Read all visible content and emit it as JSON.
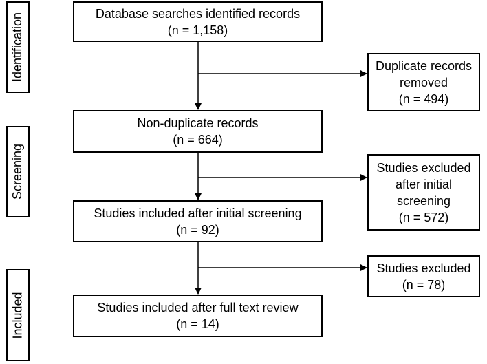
{
  "stages": {
    "identification": "Identification",
    "screening": "Screening",
    "included": "Included"
  },
  "main_boxes": {
    "database": {
      "line1": "Database searches identified records",
      "line2": "(n = 1,158)"
    },
    "nonduplicate": {
      "line1": "Non-duplicate records",
      "line2": "(n = 664)"
    },
    "initial": {
      "line1": "Studies included after initial screening",
      "line2": "(n = 92)"
    },
    "fulltext": {
      "line1": "Studies included after full text review",
      "line2": "(n = 14)"
    }
  },
  "side_boxes": {
    "duplicates": {
      "line1": "Duplicate records",
      "line2": "removed",
      "line3": "(n = 494)"
    },
    "excluded_initial": {
      "line1": "Studies excluded",
      "line2": "after initial",
      "line3": "screening",
      "line4": "(n = 572)"
    },
    "excluded_full": {
      "line1": "Studies excluded",
      "line2": "(n = 78)"
    }
  }
}
